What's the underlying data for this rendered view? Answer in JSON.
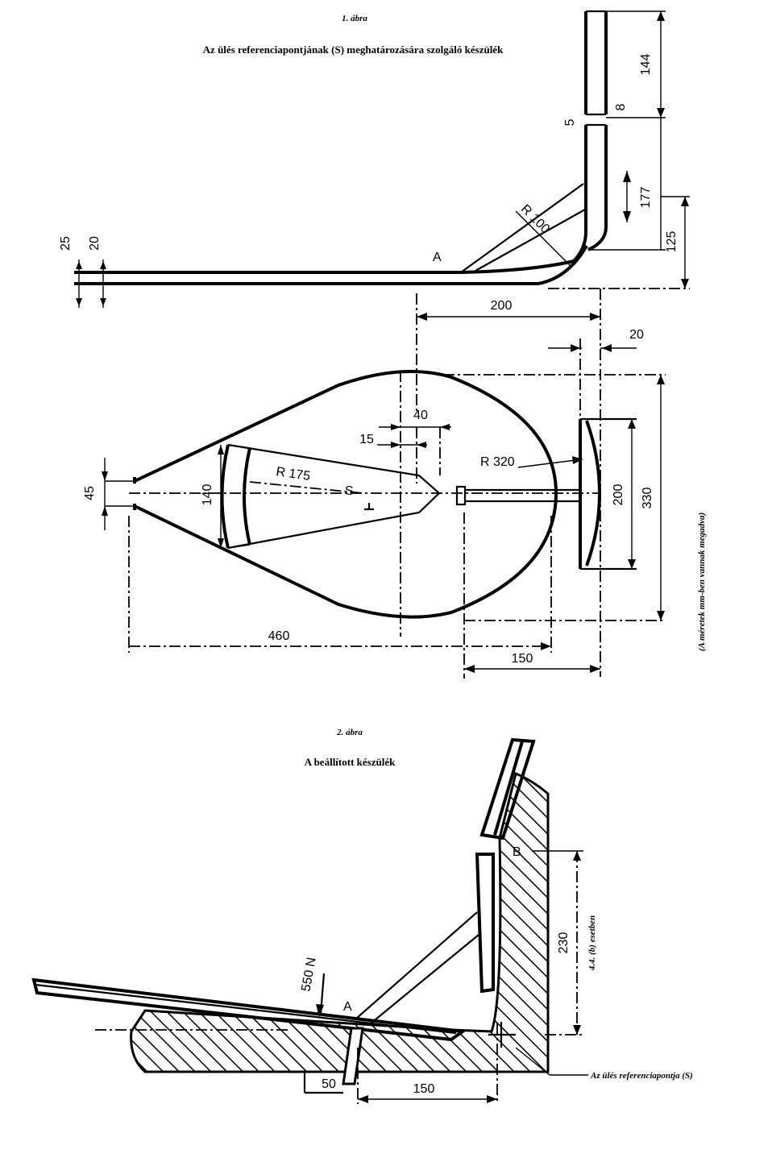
{
  "figure1": {
    "number": "1. ábra",
    "title": "Az ülés referenciapontjának (S) meghatározására szolgáló készülék",
    "units_note": "(A méretek mm-ben vannak megadva)",
    "dims": {
      "d144": "144",
      "d5": "5",
      "d8": "8",
      "d177": "177",
      "d125": "125",
      "r100": "R 100",
      "a": "A",
      "d25": "25",
      "d20_left": "20",
      "d200_top": "200",
      "d20_right": "20",
      "d40": "40",
      "d15": "15",
      "r175": "R 175",
      "r320": "R 320",
      "s": "S",
      "d45": "45",
      "d140": "140",
      "d200_side": "200",
      "d330": "330",
      "d460": "460",
      "d150": "150"
    }
  },
  "figure2": {
    "number": "2. ábra",
    "title": "A beállított készülék",
    "dims": {
      "b": "B",
      "d230": "230",
      "side_note": "4.4. (b) esetben",
      "force": "550 N",
      "a": "A",
      "d50": "50",
      "d150": "150"
    },
    "callout": "Az ülés referenciapontja (S)"
  }
}
